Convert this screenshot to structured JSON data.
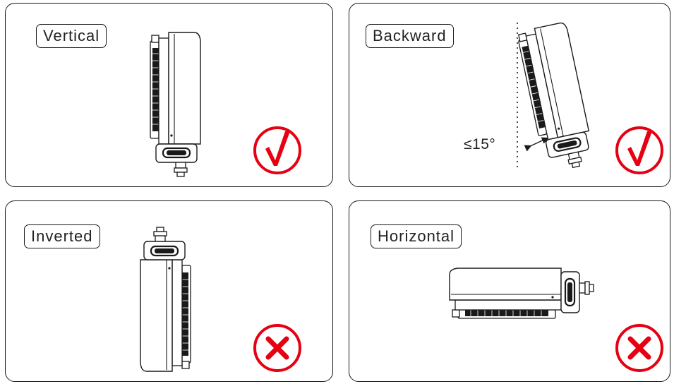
{
  "panels": [
    {
      "label": "Vertical",
      "verdict": "correct"
    },
    {
      "label": "Backward",
      "verdict": "correct",
      "angle_text": "≤15°"
    },
    {
      "label": "Inverted",
      "verdict": "incorrect"
    },
    {
      "label": "Horizontal",
      "verdict": "incorrect"
    }
  ],
  "icons": {
    "correct": "check-mark-icon",
    "incorrect": "cross-mark-icon"
  },
  "colors": {
    "accent": "#e60012",
    "stroke": "#1a1a1a"
  }
}
